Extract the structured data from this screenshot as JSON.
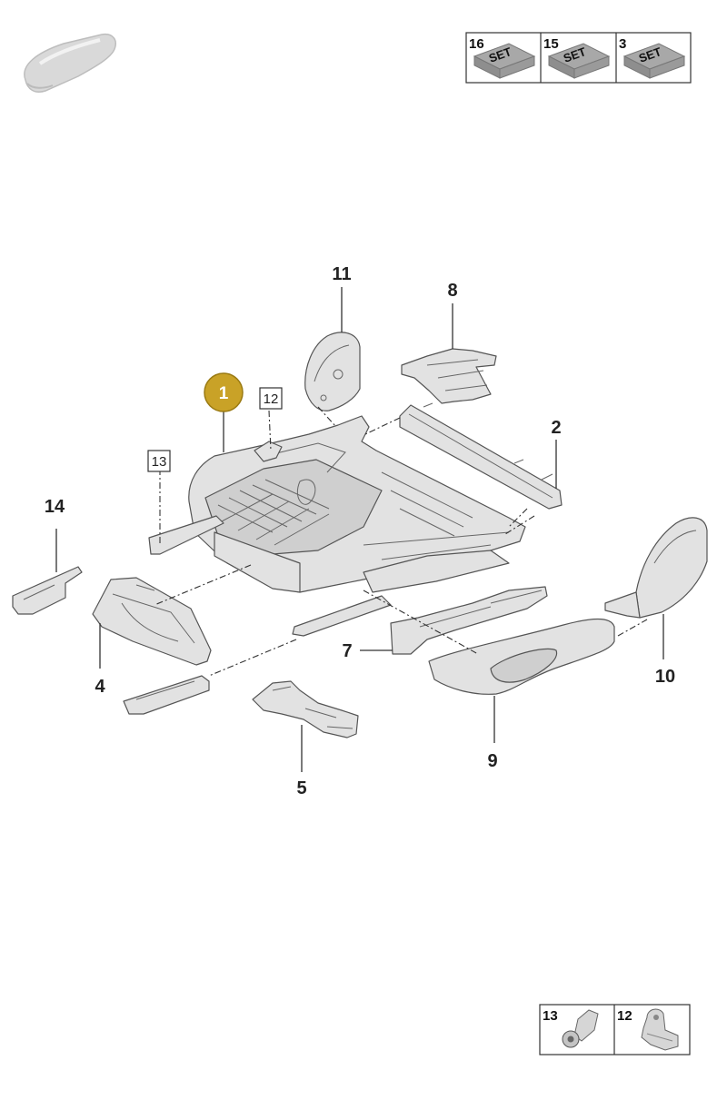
{
  "set_kits": [
    {
      "number": "16",
      "label": "SET"
    },
    {
      "number": "15",
      "label": "SET"
    },
    {
      "number": "3",
      "label": "SET"
    }
  ],
  "callouts": {
    "p1": "1",
    "p2": "2",
    "p4": "4",
    "p5": "5",
    "p7": "7",
    "p8": "8",
    "p9": "9",
    "p10": "10",
    "p11": "11",
    "p12": "12",
    "p13": "13",
    "p14": "14"
  },
  "hardware": [
    {
      "number": "13"
    },
    {
      "number": "12"
    }
  ],
  "colors": {
    "highlight_callout": "#c9a227",
    "part_fill": "#e2e2e2",
    "part_stroke": "#555555"
  }
}
